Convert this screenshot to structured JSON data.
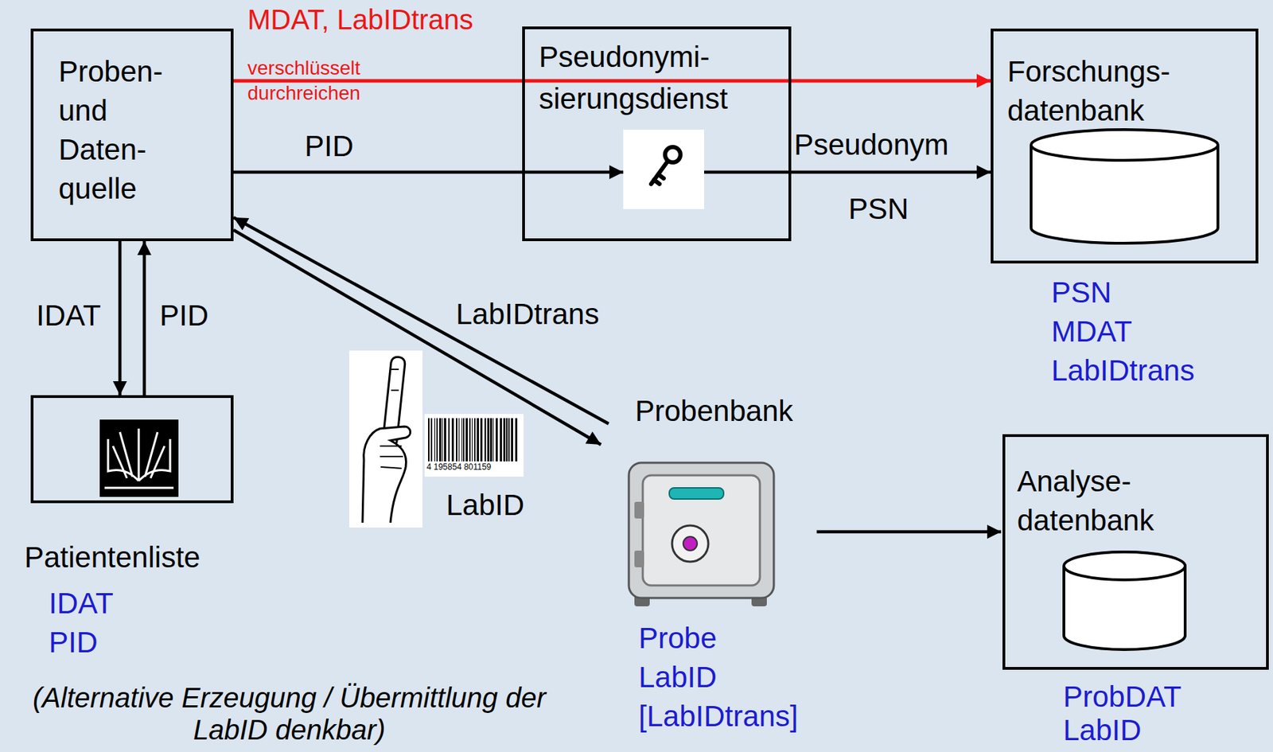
{
  "diagram": {
    "nodes": [
      {
        "text": [
          "Proben- und Daten- quelle"
        ]
      },
      {
        "text": [
          "Pseudonymi- sierungsdienst"
        ]
      },
      {
        "text": [
          "Forschungs- datenbank"
        ]
      },
      {
        "text": [
          "Patientenliste"
        ]
      },
      {
        "text": [
          "Probenbank"
        ]
      },
      {
        "text": [
          "Analyse- datenbank"
        ]
      }
    ],
    "edges": [
      {
        "from": 0,
        "to": 2,
        "arrow": "to",
        "label": "MDAT, LabIDtrans"
      },
      {
        "from": 0,
        "to": 1,
        "arrow": "to",
        "label": "PID"
      },
      {
        "from": 1,
        "to": 2,
        "arrow": "to",
        "label": "Pseudonym"
      },
      {
        "from": 0,
        "to": 3,
        "arrow": "to",
        "label": "IDAT"
      },
      {
        "from": 3,
        "to": 0,
        "arrow": "to",
        "label": "PID"
      },
      {
        "from": 4,
        "to": 0,
        "arrow": "to",
        "label": "LabIDtrans"
      },
      {
        "from": 0,
        "to": 4,
        "arrow": "to",
        "label": "LabID"
      },
      {
        "from": 4,
        "to": 5,
        "arrow": "to"
      }
    ],
    "labels": [
      "verschlüsselt durchreichen",
      "PSN",
      "PSN",
      "MDAT",
      "LabIDtrans",
      "IDAT",
      "PID",
      "Probe",
      "LabID",
      "[LabIDtrans]",
      "ProbDAT",
      "LabID",
      "(Alternative Erzeugung / Übermittlung der LabID denkbar)",
      "4 195854 801159"
    ]
  }
}
